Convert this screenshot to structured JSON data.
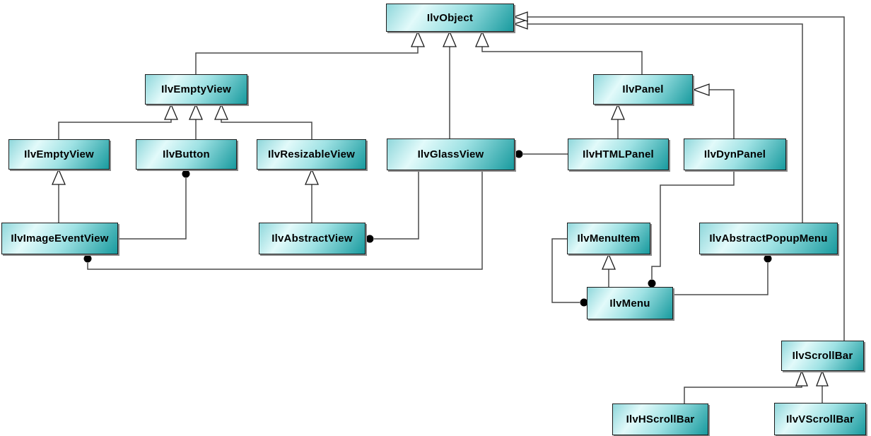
{
  "diagram": {
    "kind": "class-inheritance-diagram",
    "colors": {
      "box_gradient_light": "#e2fafa",
      "box_gradient_mid": "#9fe2e4",
      "box_gradient_dark": "#189a9e",
      "box_border": "#1c1c1c",
      "connector": "#4a4a4a",
      "background": "#ffffff",
      "label_text": "#000000"
    },
    "nodes": [
      {
        "id": "object",
        "label": "IlvObject"
      },
      {
        "id": "emptyview-top",
        "label": "IlvEmptyView"
      },
      {
        "id": "panel",
        "label": "IlvPanel"
      },
      {
        "id": "emptyview",
        "label": "IlvEmptyView"
      },
      {
        "id": "button",
        "label": "IlvButton"
      },
      {
        "id": "resizableview",
        "label": "IlvResizableView"
      },
      {
        "id": "glassview",
        "label": "IlvGlassView"
      },
      {
        "id": "htmlpanel",
        "label": "IlvHTMLPanel"
      },
      {
        "id": "dynpanel",
        "label": "IlvDynPanel"
      },
      {
        "id": "imageeventview",
        "label": "IlvImageEventView"
      },
      {
        "id": "abstractview",
        "label": "IlvAbstractView"
      },
      {
        "id": "menuitem",
        "label": "IlvMenuItem"
      },
      {
        "id": "abstractpopupmenu",
        "label": "IlvAbstractPopupMenu"
      },
      {
        "id": "menu",
        "label": "IlvMenu"
      },
      {
        "id": "scrollbar",
        "label": "IlvScrollBar"
      },
      {
        "id": "hscrollbar",
        "label": "IlvHScrollBar"
      },
      {
        "id": "vscrollbar",
        "label": "IlvVScrollBar"
      }
    ],
    "edges": [
      {
        "type": "inheritance",
        "child": "emptyview-top",
        "parent": "object"
      },
      {
        "type": "inheritance",
        "child": "glassview",
        "parent": "object"
      },
      {
        "type": "inheritance",
        "child": "panel",
        "parent": "object"
      },
      {
        "type": "inheritance",
        "child": "abstractpopupmenu",
        "parent": "object"
      },
      {
        "type": "inheritance",
        "child": "scrollbar",
        "parent": "object"
      },
      {
        "type": "inheritance",
        "child": "emptyview",
        "parent": "emptyview-top"
      },
      {
        "type": "inheritance",
        "child": "button",
        "parent": "emptyview-top"
      },
      {
        "type": "inheritance",
        "child": "resizableview",
        "parent": "emptyview-top"
      },
      {
        "type": "inheritance",
        "child": "imageeventview",
        "parent": "emptyview"
      },
      {
        "type": "inheritance",
        "child": "abstractview",
        "parent": "resizableview"
      },
      {
        "type": "inheritance",
        "child": "htmlpanel",
        "parent": "panel"
      },
      {
        "type": "inheritance",
        "child": "dynpanel",
        "parent": "panel"
      },
      {
        "type": "inheritance",
        "child": "menu",
        "parent": "menuitem"
      },
      {
        "type": "inheritance",
        "child": "hscrollbar",
        "parent": "scrollbar"
      },
      {
        "type": "inheritance",
        "child": "vscrollbar",
        "parent": "scrollbar"
      },
      {
        "type": "association",
        "circle_end": "button",
        "other_end": "imageeventview"
      },
      {
        "type": "association",
        "circle_end": "glassview",
        "other_end": "htmlpanel"
      },
      {
        "type": "association",
        "circle_end": "abstractview",
        "other_end": "glassview"
      },
      {
        "type": "association",
        "circle_end": "imageeventview",
        "other_end": "glassview"
      },
      {
        "type": "association",
        "circle_end": "menu",
        "other_end": "menuitem"
      },
      {
        "type": "association",
        "circle_end": "menu",
        "other_end": "dynpanel"
      },
      {
        "type": "association",
        "circle_end": "abstractpopupmenu",
        "other_end": "menu"
      }
    ]
  }
}
